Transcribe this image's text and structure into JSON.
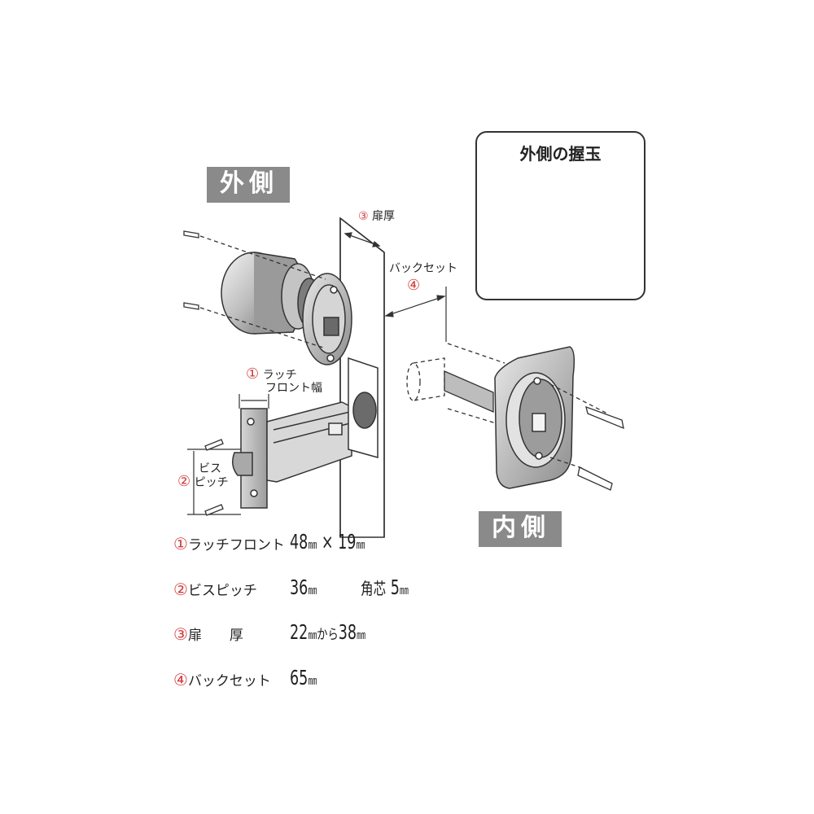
{
  "labels": {
    "outside": "外側",
    "inside": "内側",
    "inset_title": "外側の握玉"
  },
  "callouts": {
    "door_thickness": {
      "num": "③",
      "text": "扉厚"
    },
    "backset": {
      "num": "④",
      "text": "バックセット"
    },
    "latch_front": {
      "num": "①",
      "line1": "ラッチ",
      "line2": "フロント幅"
    },
    "screw_pitch": {
      "num": "②",
      "line1": "ビス",
      "line2": "ピッチ"
    }
  },
  "specs": [
    {
      "num": "①",
      "name": "ラッチフロント",
      "value": "48",
      "unit1": "㎜",
      "sep": "×",
      "value2": "19",
      "unit2": "㎜"
    },
    {
      "num": "②",
      "name": "ビスピッチ",
      "value": "36",
      "unit1": "㎜",
      "extra_label": "角芯",
      "extra_value": "5",
      "extra_unit": "㎜"
    },
    {
      "num": "③",
      "name": "扉　　厚",
      "value": "22",
      "unit1": "㎜",
      "sep": "から",
      "value2": "38",
      "unit2": "㎜"
    },
    {
      "num": "④",
      "name": "バックセット",
      "value": "65",
      "unit1": "㎜"
    }
  ],
  "colors": {
    "accent": "#d23b3b",
    "tag_bg": "#8a8a8a",
    "line": "#333333"
  }
}
